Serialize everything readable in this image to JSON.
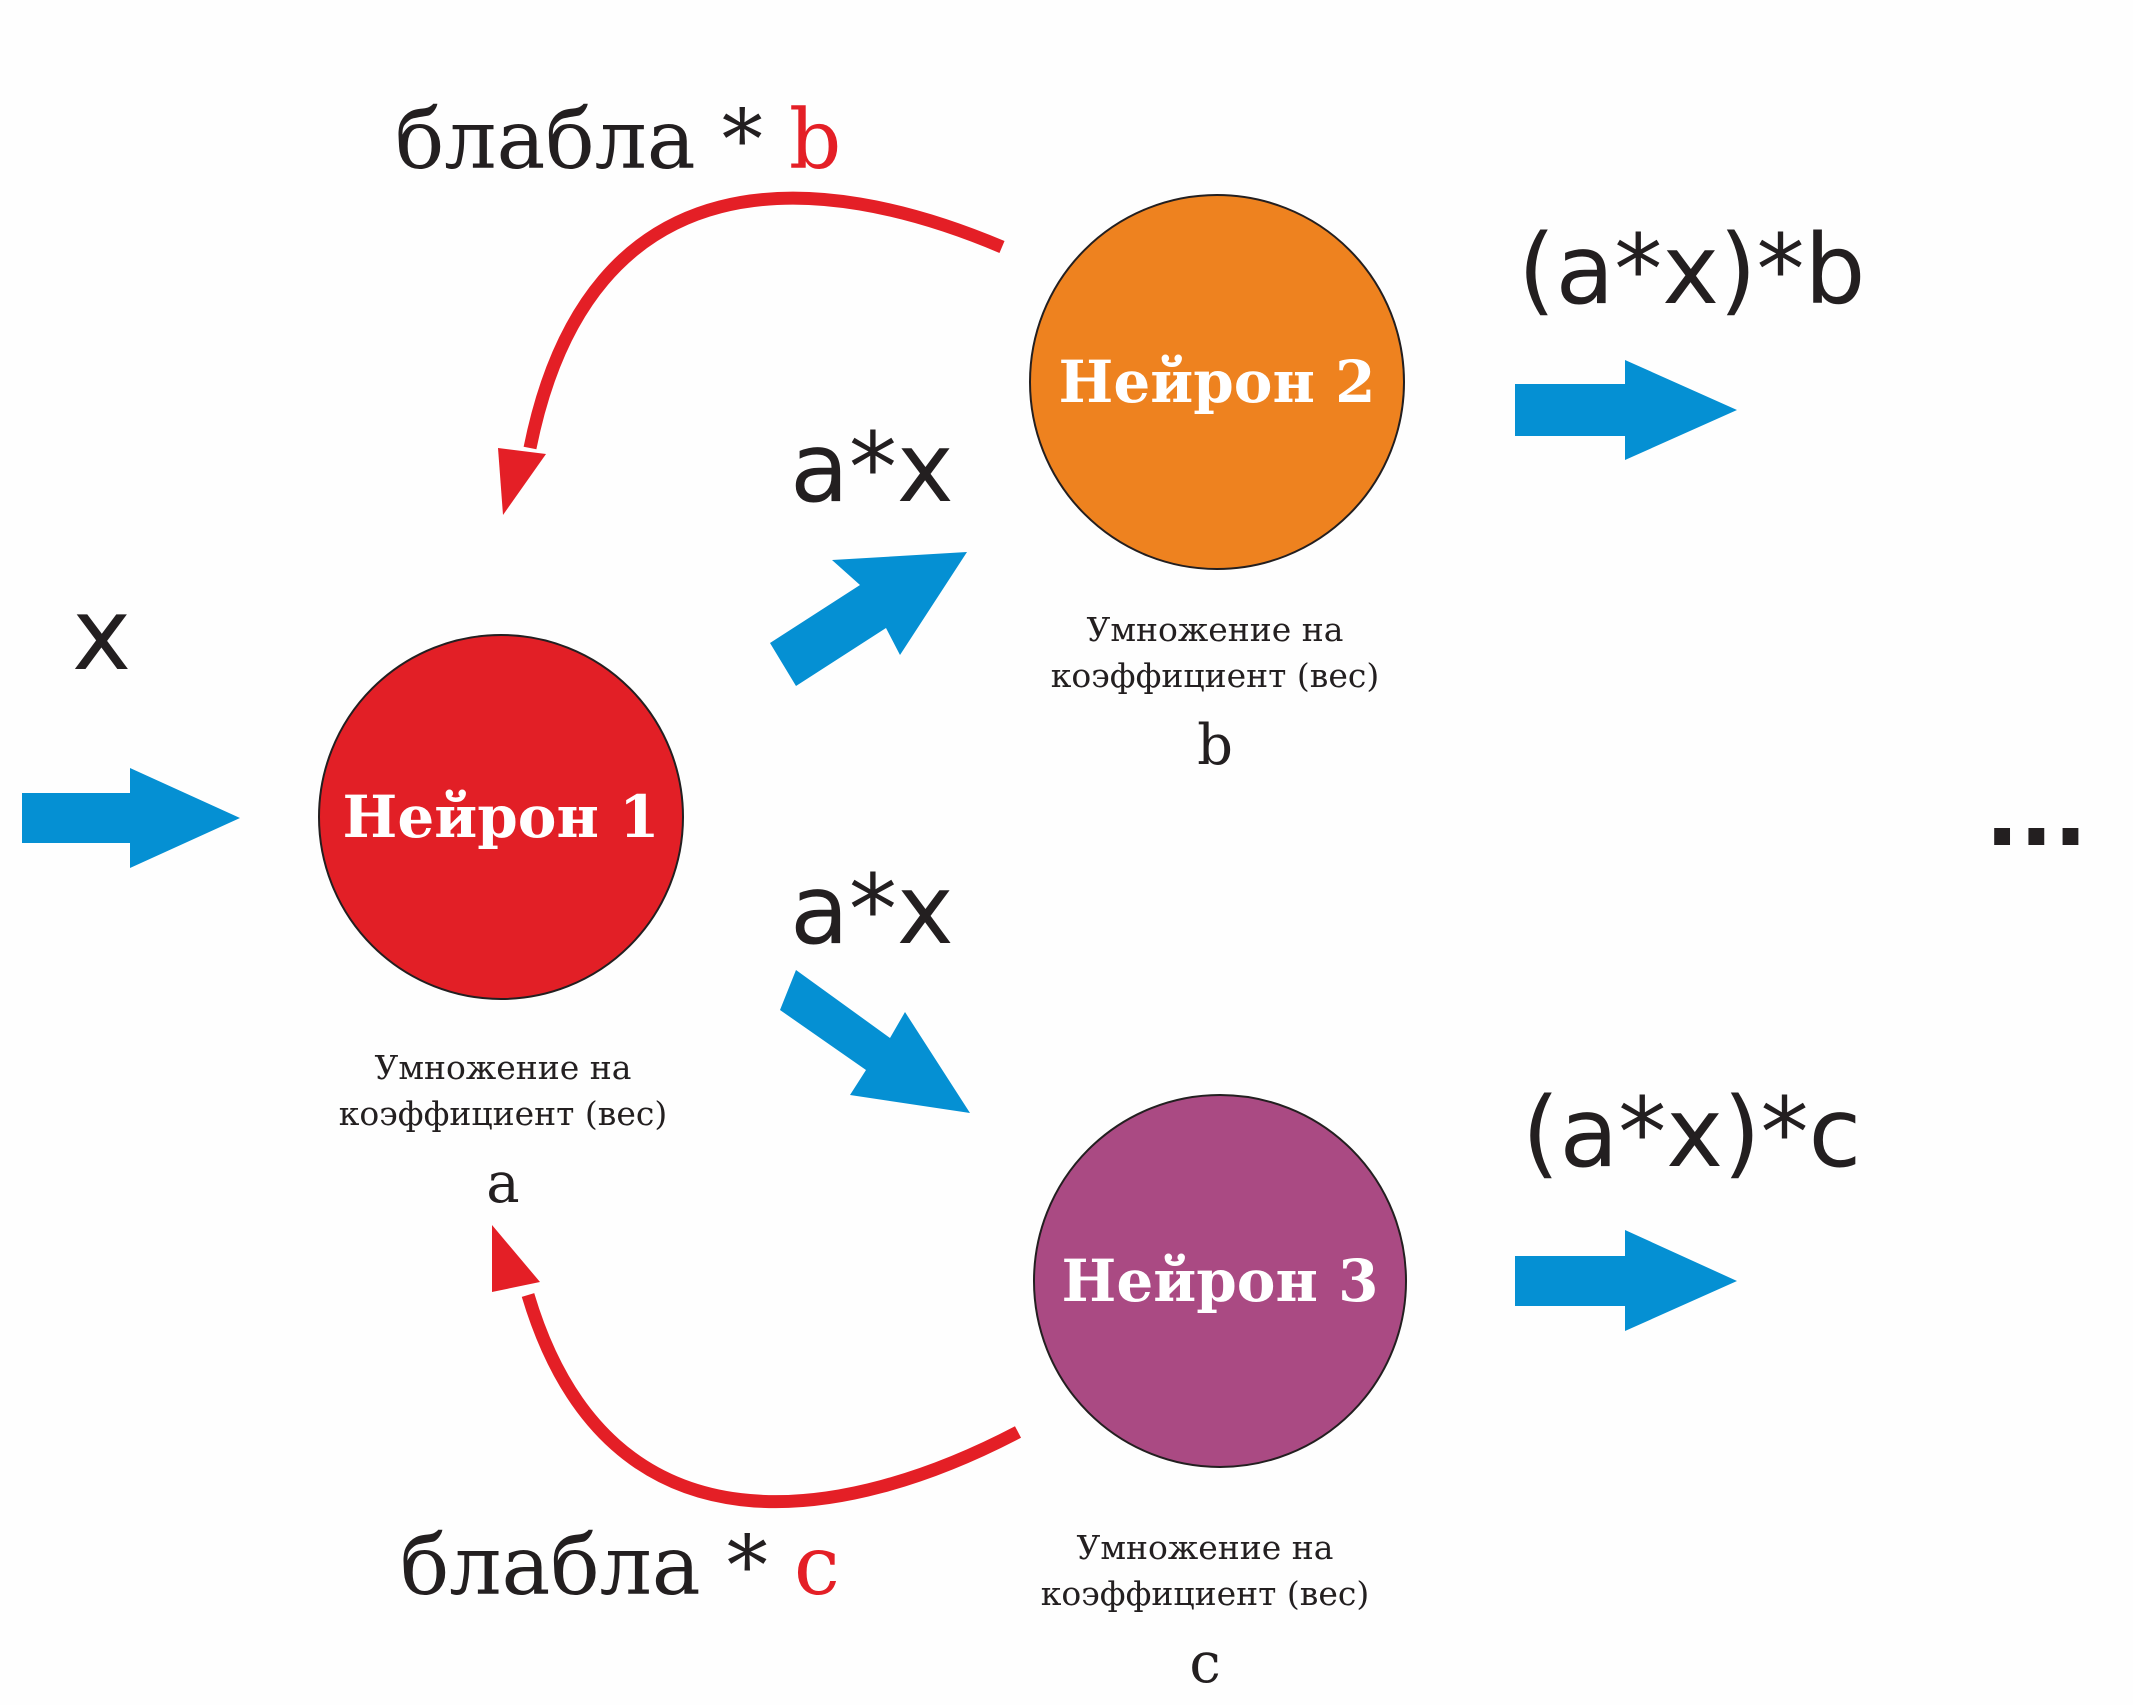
{
  "colors": {
    "input_arrow": "#0590d3",
    "feedback_arrow": "#e41f26",
    "neuron1": "#e21f26",
    "neuron2": "#ee821f",
    "neuron3": "#aa4a83",
    "text": "#231f20"
  },
  "input": {
    "label": "x"
  },
  "neurons": [
    {
      "label": "Нейрон 1",
      "caption_line1": "Умножение на",
      "caption_line2": "коэффициент (вес)",
      "coefficient": "a"
    },
    {
      "label": "Нейрон 2",
      "caption_line1": "Умножение на",
      "caption_line2": "коэффициент (вес)",
      "coefficient": "b"
    },
    {
      "label": "Нейрон 3",
      "caption_line1": "Умножение на",
      "caption_line2": "коэффициент (вес)",
      "coefficient": "c"
    }
  ],
  "edges": {
    "to_neuron2": "a*x",
    "to_neuron3": "a*x",
    "out_neuron2": "(a*x)*b",
    "out_neuron3": "(a*x)*c"
  },
  "feedback": {
    "top_prefix": "блабла * ",
    "top_var": "b",
    "bottom_prefix": "блабла * ",
    "bottom_var": "c"
  },
  "continuation": "..."
}
